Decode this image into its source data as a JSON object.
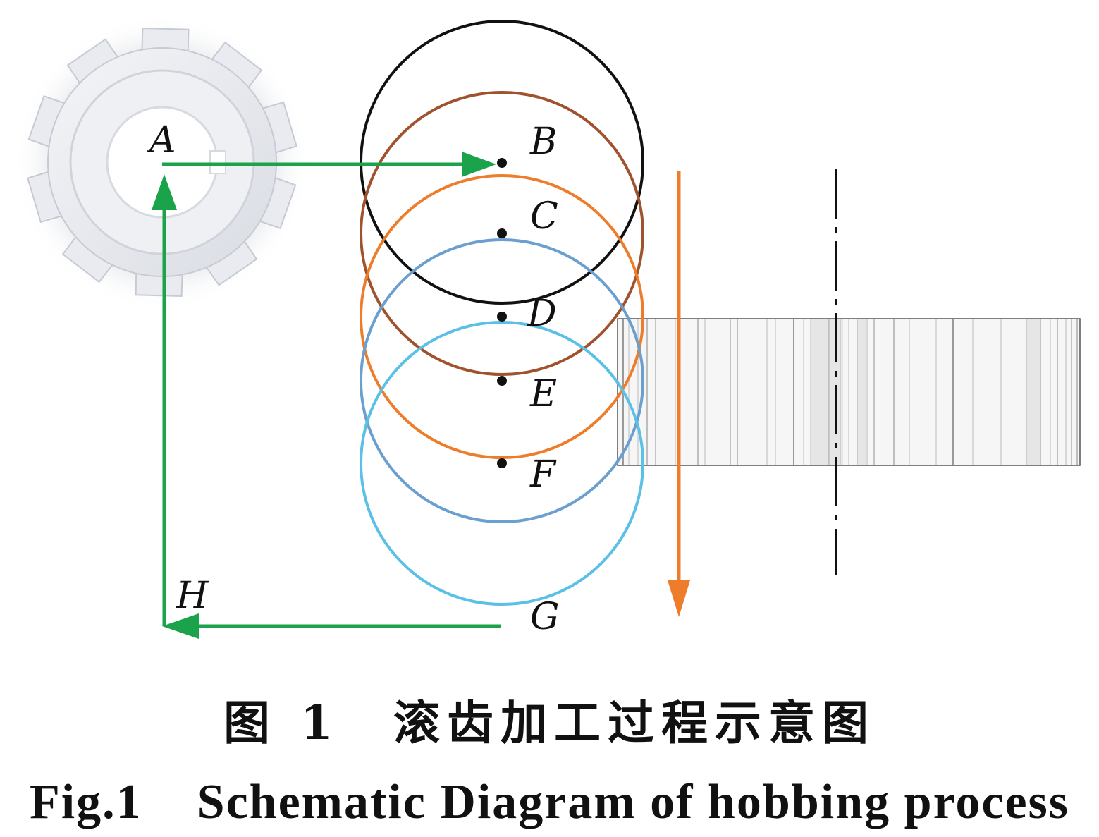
{
  "points": {
    "A": "A",
    "B": "B",
    "C": "C",
    "D": "D",
    "E": "E",
    "F": "F",
    "G": "G",
    "H": "H"
  },
  "colors": {
    "path": "#1aa34a",
    "feed": "#ee7d2b",
    "circle_B": "#111111",
    "circle_C": "#a0522d",
    "circle_D": "#ee7d2b",
    "circle_E": "#6a9fd0",
    "circle_F": "#5bc0e6",
    "axis": "#111111"
  },
  "caption": {
    "cn": "图 1　滚齿加工过程示意图",
    "en": "Fig.1    Schematic Diagram of hobbing process"
  }
}
